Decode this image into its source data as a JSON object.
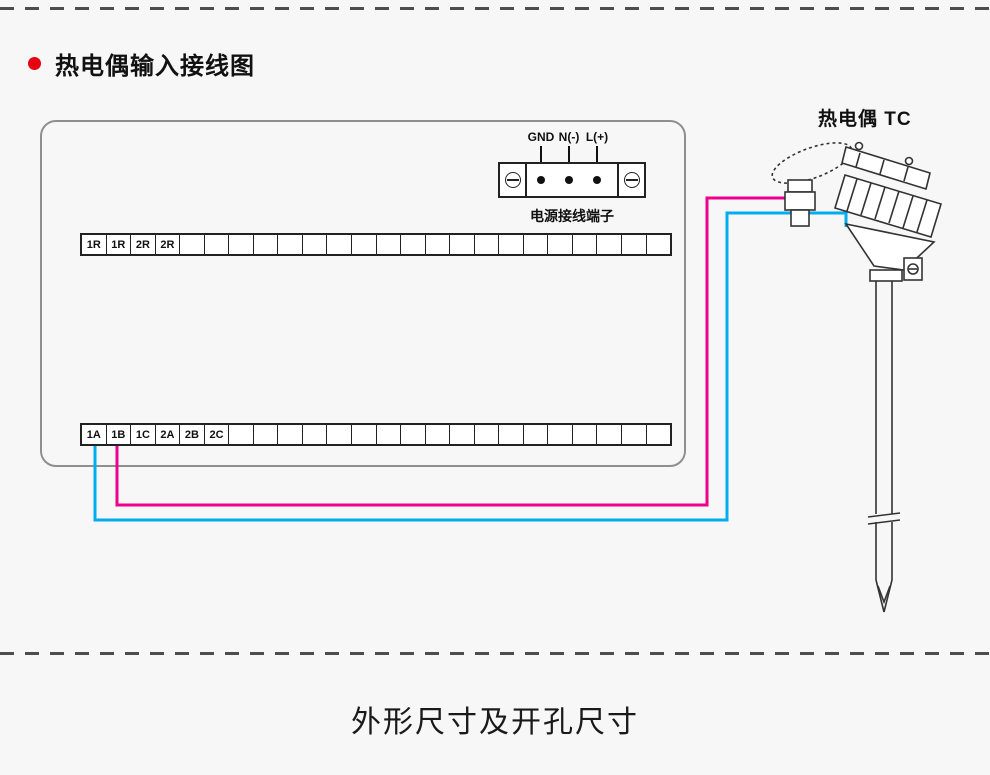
{
  "page": {
    "title": "热电偶输入接线图",
    "bottom_title": "外形尺寸及开孔尺寸"
  },
  "power_terminal": {
    "label_gnd": "GND",
    "label_n": "N(-)",
    "label_l": "L(+)",
    "caption": "电源接线端子"
  },
  "strips": {
    "top": {
      "labels": [
        "1R",
        "1R",
        "2R",
        "2R"
      ],
      "total_cells": 24
    },
    "bottom": {
      "labels": [
        "1A",
        "1B",
        "1C",
        "2A",
        "2B",
        "2C"
      ],
      "total_cells": 24
    }
  },
  "thermocouple": {
    "label": "热电偶 TC"
  },
  "colors": {
    "bullet_red": "#e60012",
    "wire_pink": "#ec008c",
    "wire_blue": "#00aeef",
    "dash_gray": "#4d4d4d",
    "panel_border": "#8f8f8f"
  }
}
